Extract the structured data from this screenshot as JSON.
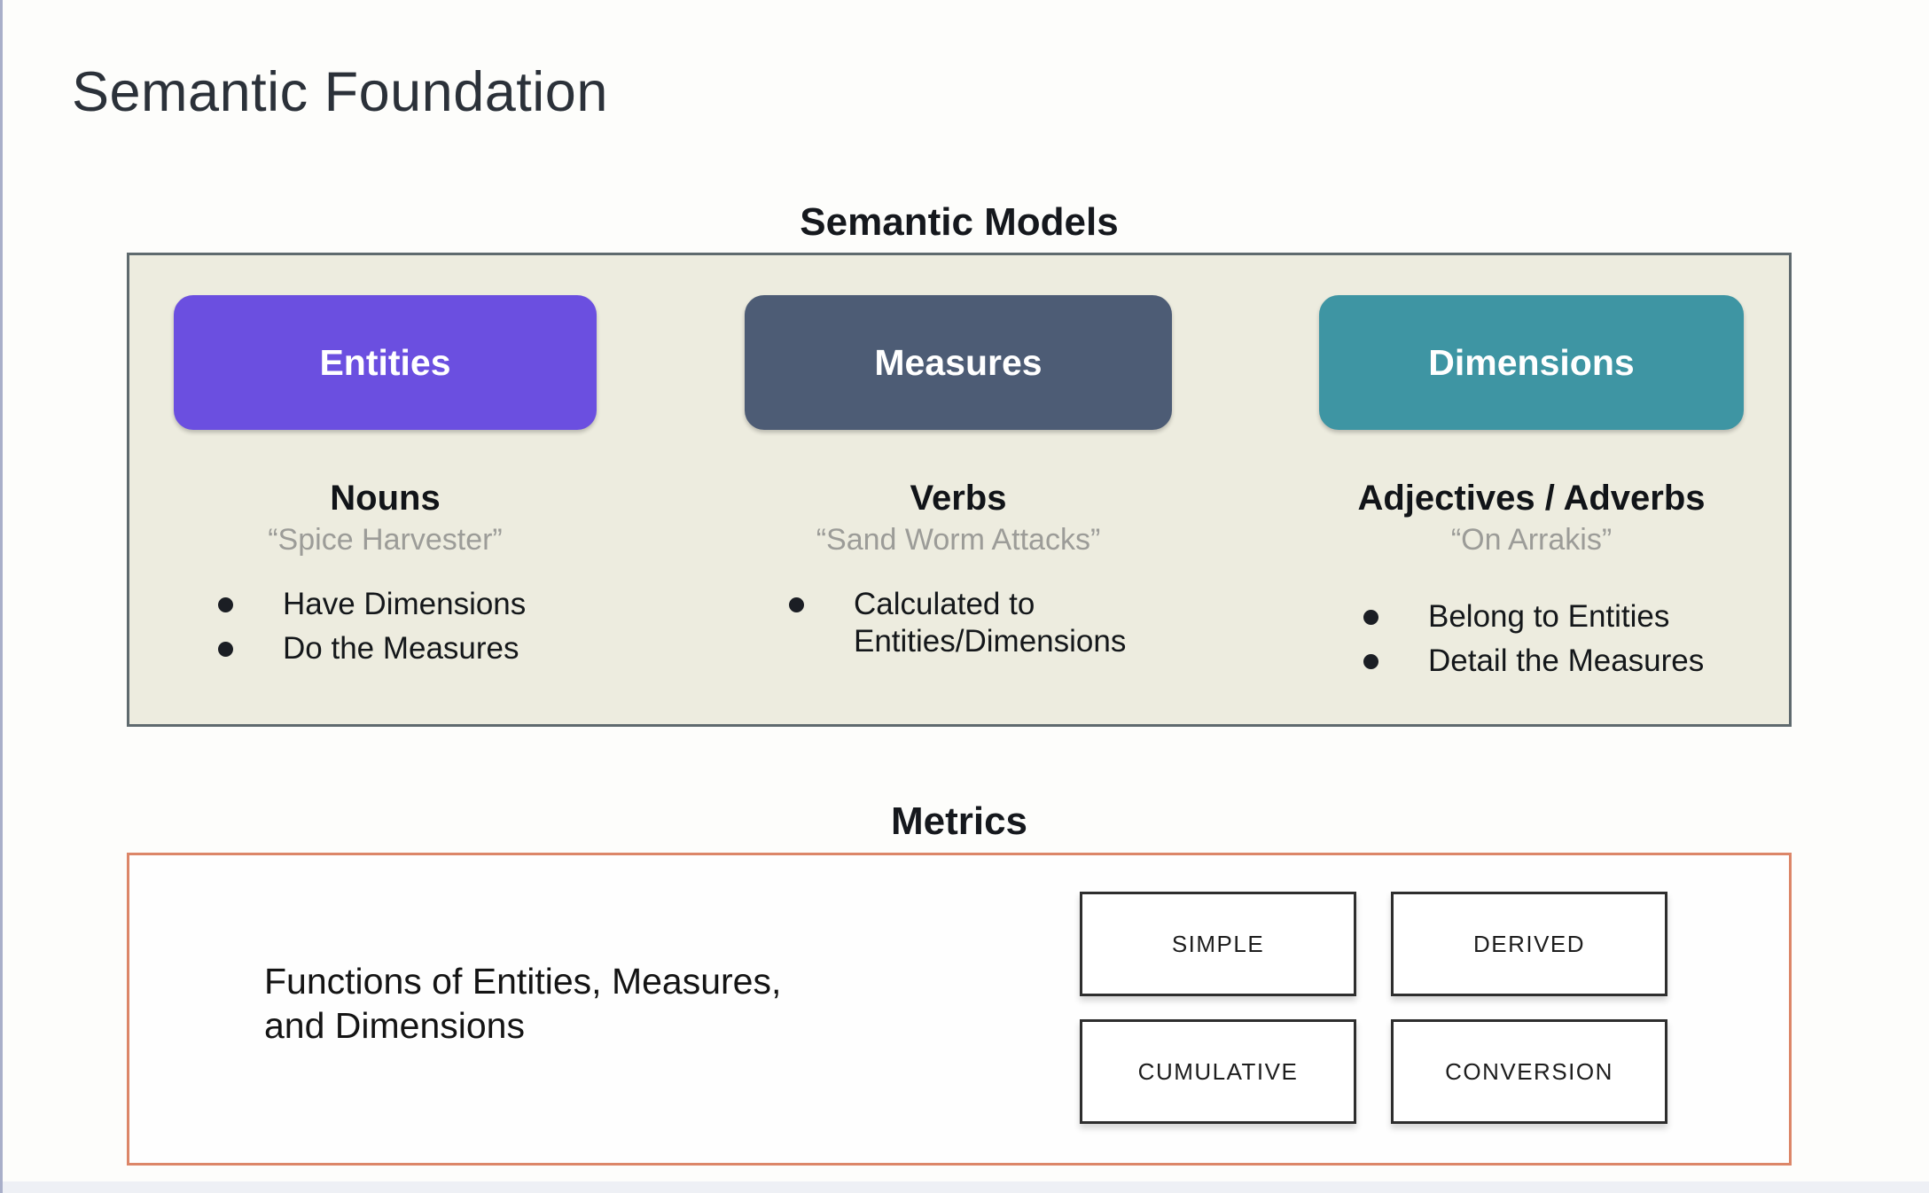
{
  "page": {
    "title": "Semantic Foundation"
  },
  "semantic_models": {
    "heading": "Semantic Models",
    "panel_bg": "#edecdf",
    "panel_border": "#5f6a6e",
    "columns": [
      {
        "box_label": "Entities",
        "box_color": "#6b4fe0",
        "heading": "Nouns",
        "quote": "“Spice Harvester”",
        "bullets": [
          "Have Dimensions",
          "Do the Measures"
        ]
      },
      {
        "box_label": "Measures",
        "box_color": "#4d5c75",
        "heading": "Verbs",
        "quote": "“Sand Worm Attacks”",
        "bullets": [
          "Calculated to Entities/Dimensions"
        ]
      },
      {
        "box_label": "Dimensions",
        "box_color": "#3e95a3",
        "heading": "Adjectives / Adverbs",
        "quote": "“On Arrakis”",
        "bullets": [
          "Belong to Entities",
          "Detail the Measures"
        ]
      }
    ]
  },
  "metrics": {
    "heading": "Metrics",
    "border_color": "#dc8668",
    "description": "Functions of Entities, Measures,\nand Dimensions",
    "types": [
      "SIMPLE",
      "DERIVED",
      "CUMULATIVE",
      "CONVERSION"
    ]
  }
}
